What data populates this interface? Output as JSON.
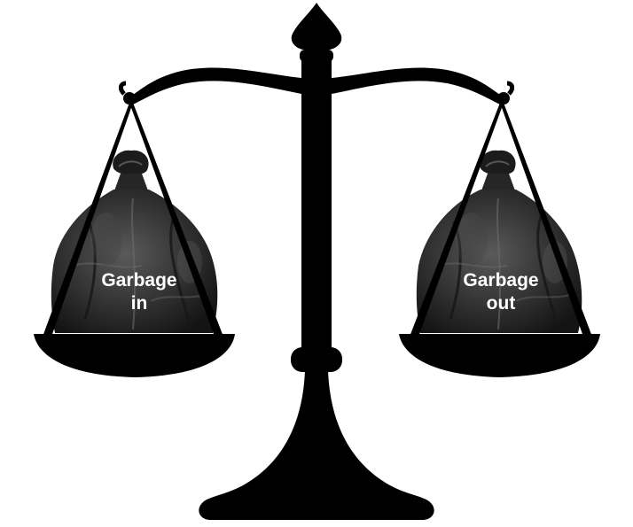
{
  "left_pan": {
    "label_line1": "Garbage",
    "label_line2": "in"
  },
  "right_pan": {
    "label_line1": "Garbage",
    "label_line2": "out"
  },
  "colors": {
    "scale": "#000000",
    "bag_dark": "#1a1a1a",
    "bag_mid": "#3a3a3a",
    "bag_light": "#5a5a5a",
    "label_text": "#ffffff",
    "background": "#ffffff"
  },
  "icons": {
    "scale": "balance-scale-icon",
    "bag": "garbage-bag-icon"
  }
}
